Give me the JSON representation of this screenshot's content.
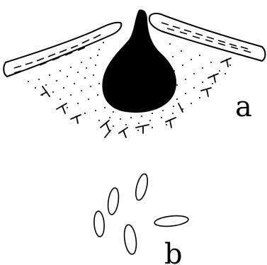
{
  "panel_labels": {
    "a": "a",
    "b": "b"
  },
  "icons": {
    "pycnidium": "black-flask-shaped-fruiting-body",
    "host_tissue": "stippled-host-tissue",
    "hyphae": "branching-hyphae",
    "spores": "ellipsoid-conidia"
  },
  "colors": {
    "ink": "#000000",
    "background": "#ffffff"
  }
}
